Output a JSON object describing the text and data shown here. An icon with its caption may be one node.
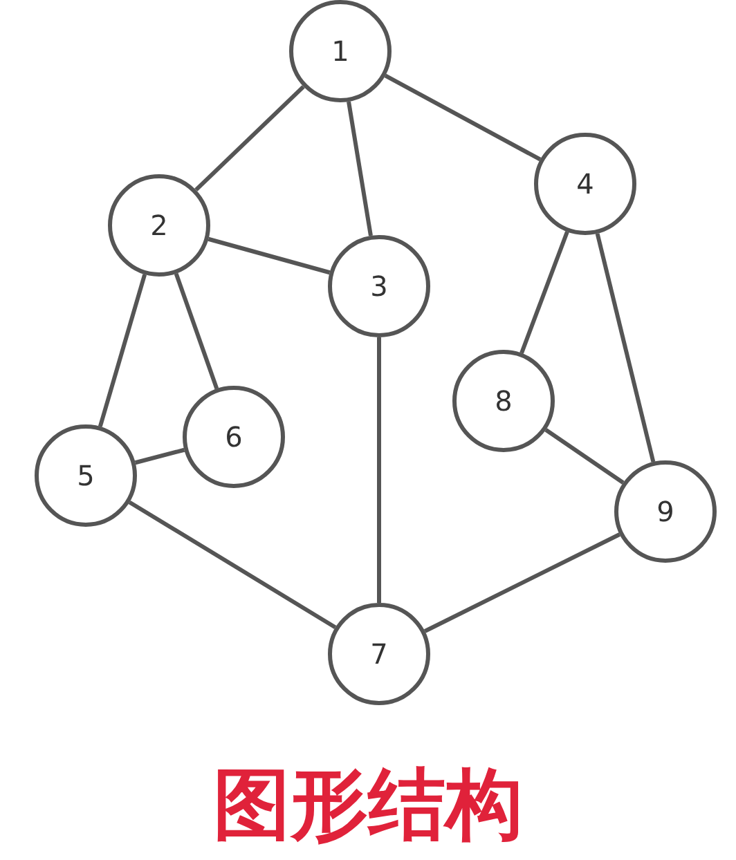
{
  "diagram": {
    "title": "图形结构",
    "nodes": [
      {
        "text": [
          "1"
        ]
      },
      {
        "text": [
          "2"
        ]
      },
      {
        "text": [
          "3"
        ]
      },
      {
        "text": [
          "4"
        ]
      },
      {
        "text": [
          "5"
        ]
      },
      {
        "text": [
          "6"
        ]
      },
      {
        "text": [
          "7"
        ]
      },
      {
        "text": [
          "8"
        ]
      },
      {
        "text": [
          "9"
        ]
      }
    ],
    "edges": [
      {
        "from": 0,
        "to": 1,
        "arrow": "none"
      },
      {
        "from": 0,
        "to": 2,
        "arrow": "none"
      },
      {
        "from": 0,
        "to": 3,
        "arrow": "none"
      },
      {
        "from": 1,
        "to": 2,
        "arrow": "none"
      },
      {
        "from": 1,
        "to": 4,
        "arrow": "none"
      },
      {
        "from": 1,
        "to": 5,
        "arrow": "none"
      },
      {
        "from": 4,
        "to": 5,
        "arrow": "none"
      },
      {
        "from": 4,
        "to": 6,
        "arrow": "none"
      },
      {
        "from": 2,
        "to": 6,
        "arrow": "none"
      },
      {
        "from": 3,
        "to": 7,
        "arrow": "none"
      },
      {
        "from": 3,
        "to": 8,
        "arrow": "none"
      },
      {
        "from": 7,
        "to": 8,
        "arrow": "none"
      },
      {
        "from": 8,
        "to": 6,
        "arrow": "none"
      }
    ]
  }
}
